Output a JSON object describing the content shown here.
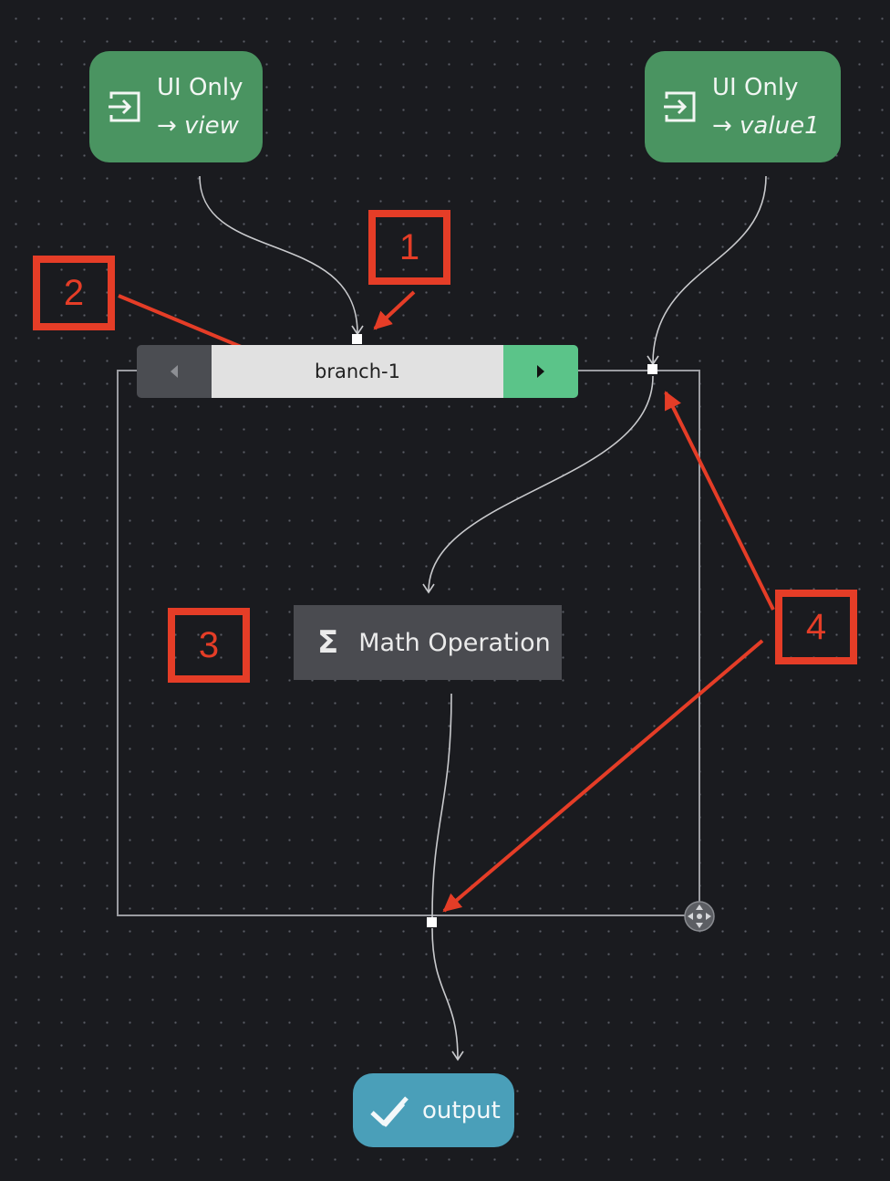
{
  "colors": {
    "background": "#1a1b1f",
    "input_node": "#4a9461",
    "branch_next": "#5bc489",
    "math_node": "#4a4b50",
    "output_node": "#4a9fb9",
    "annotation": "#e53d27"
  },
  "nodes": {
    "input_view": {
      "label": "UI Only",
      "variable": "→ view",
      "icon": "input-arrow-icon"
    },
    "input_value1": {
      "label": "UI Only",
      "variable": "→ value1",
      "icon": "input-arrow-icon"
    },
    "branch": {
      "name": "branch-1",
      "prev_icon": "caret-left-icon",
      "next_icon": "caret-right-icon"
    },
    "math": {
      "label": "Math Operation",
      "icon": "sigma-icon",
      "icon_glyph": "Σ"
    },
    "output": {
      "label": "output",
      "icon": "checkmark-icon"
    }
  },
  "annotations": {
    "badge1": "1",
    "badge2": "2",
    "badge3": "3",
    "badge4": "4"
  }
}
